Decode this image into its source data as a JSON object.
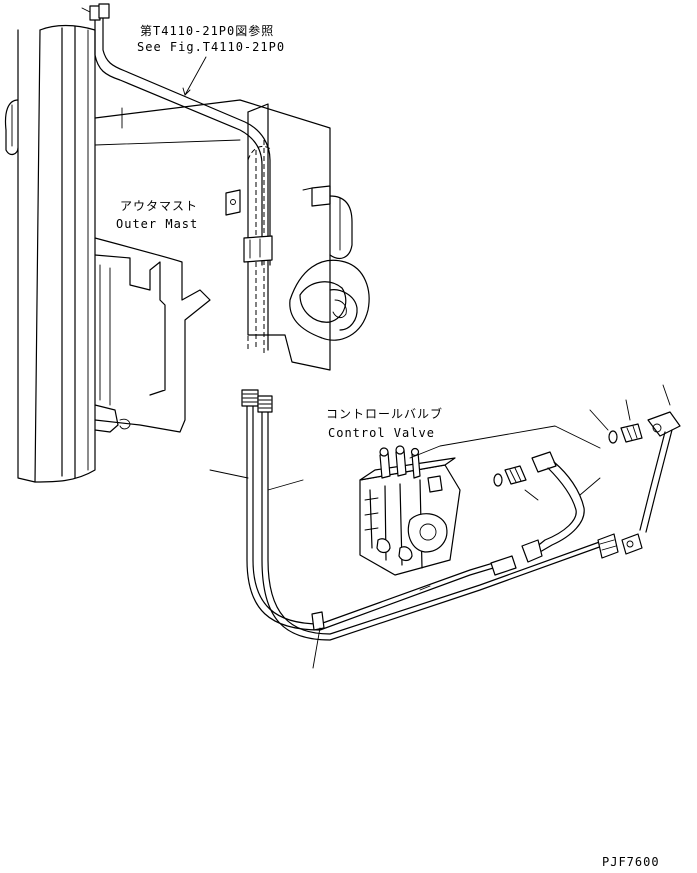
{
  "labels": {
    "ref_jp": "第T4110-21P0図参照",
    "ref_en": "See Fig.T4110-21P0",
    "outer_mast_jp": "アウタマスト",
    "outer_mast_en": "Outer Mast",
    "control_valve_jp": "コントロールバルブ",
    "control_valve_en": "Control Valve",
    "drawing_code": "PJF7600"
  }
}
